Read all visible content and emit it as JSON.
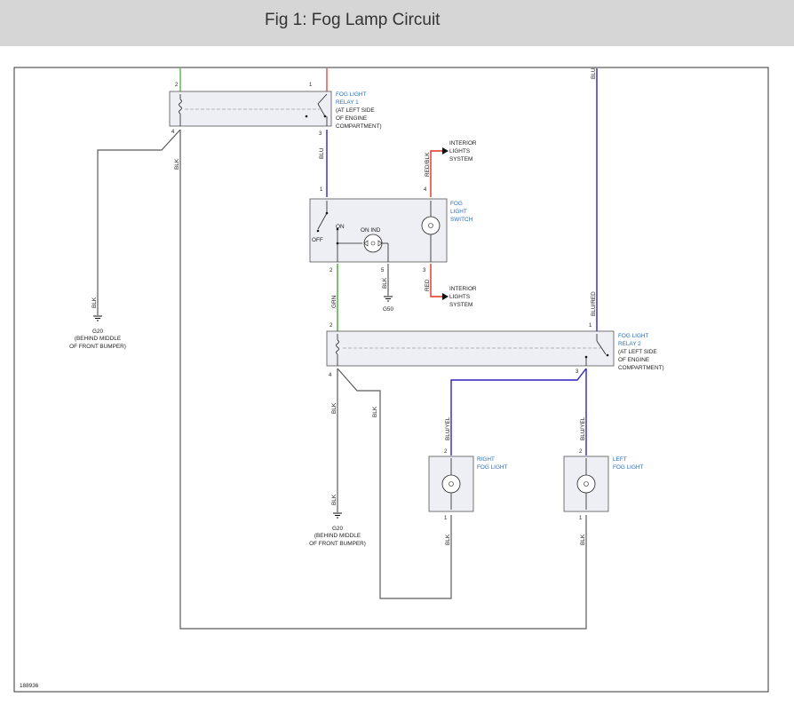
{
  "title": "Fig 1: Fog Lamp Circuit",
  "figure_number": "188936",
  "colors": {
    "header_bg": "#d6d6d6",
    "component_fill": "#eeeef5",
    "wire_blk": "#5a5a5a",
    "wire_blu": "#2b24c4",
    "wire_red": "#e03020",
    "wire_grn": "#3caa2a",
    "label_blue": "#2a6fbf"
  },
  "components": {
    "relay1": {
      "name_1": "FOG LIGHT",
      "name_2": "RELAY 1",
      "loc_1": "(AT LEFT SIDE",
      "loc_2": "OF ENGINE",
      "loc_3": "COMPARTMENT)"
    },
    "relay2": {
      "name_1": "FOG LIGHT",
      "name_2": "RELAY 2",
      "loc_1": "(AT LEFT SIDE",
      "loc_2": "OF ENGINE",
      "loc_3": "COMPARTMENT)"
    },
    "switch": {
      "name_1": "FOG",
      "name_2": "LIGHT",
      "name_3": "SWITCH",
      "on": "ON",
      "off": "OFF",
      "on_ind": "ON IND"
    },
    "right_lamp": {
      "name_1": "RIGHT",
      "name_2": "FOG LIGHT"
    },
    "left_lamp": {
      "name_1": "LEFT",
      "name_2": "FOG LIGHT"
    },
    "interior_top": {
      "l1": "INTERIOR",
      "l2": "LIGHTS",
      "l3": "SYSTEM"
    },
    "interior_bottom": {
      "l1": "INTERIOR",
      "l2": "LIGHTS",
      "l3": "SYSTEM"
    },
    "g20_left": {
      "name": "G20",
      "l1": "(BEHIND MIDDLE",
      "l2": "OF FRONT BUMPER)"
    },
    "g20_mid": {
      "name": "G20",
      "l1": "(BEHIND MIDDLE",
      "l2": "OF FRONT BUMPER)"
    },
    "g50": {
      "name": "G50"
    }
  },
  "wires": {
    "blk": "BLK",
    "blu": "BLU",
    "red_blk": "RED/BLK",
    "red": "RED",
    "grn": "GRN",
    "blu_red": "BLU/RED",
    "blu_yel": "BLU/YEL"
  },
  "pins": {
    "p1": "1",
    "p2": "2",
    "p3": "3",
    "p4": "4",
    "p5": "5"
  }
}
